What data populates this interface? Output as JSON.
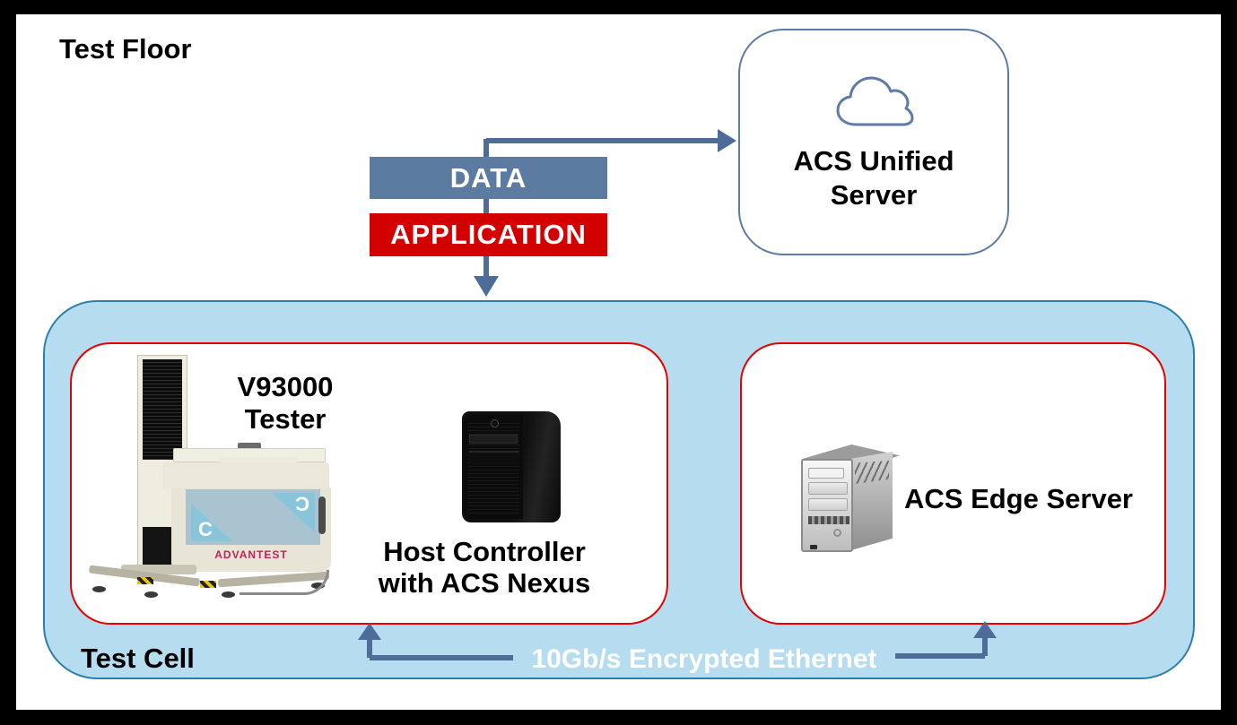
{
  "colors": {
    "data_bar": "#5c7ba0",
    "application_bar": "#d30000",
    "arrow": "#4d6c97",
    "test_cell_fill": "#b5ddef",
    "test_cell_border": "#2d7fab",
    "inner_box_border": "#e60000",
    "unified_border": "#5d7ba6",
    "ethernet_text": "#ffffff",
    "text": "#000000"
  },
  "header": {
    "test_floor_label": "Test Floor"
  },
  "unified_server": {
    "name_line1": "ACS Unified",
    "name_line2": "Server",
    "icon": "cloud-icon"
  },
  "flow": {
    "data_label": "DATA",
    "application_label": "APPLICATION"
  },
  "test_cell": {
    "label": "Test Cell",
    "ethernet_label": "10Gb/s Encrypted Ethernet",
    "tester": {
      "name_line1": "V93000",
      "name_line2": "Tester",
      "brand": "ADVANTEST",
      "logo_mark_left": "C",
      "logo_mark_right": "Ɔ"
    },
    "host_controller": {
      "name_line1": "Host Controller",
      "name_line2": "with ACS Nexus"
    },
    "edge_server": {
      "label": "ACS Edge Server"
    }
  }
}
